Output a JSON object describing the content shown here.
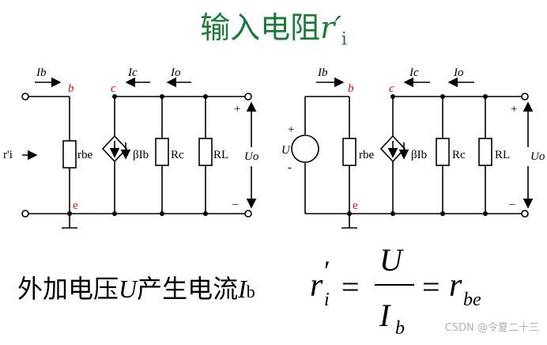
{
  "title": {
    "prefix": "输入电阻",
    "symbol": "r′",
    "subscript": "i"
  },
  "left_circuit": {
    "input_label": "r'i",
    "current_ib": "Ib",
    "current_ic": "Ic",
    "current_io": "Io",
    "node_b": "b",
    "node_c": "c",
    "node_e": "e",
    "rbe": "rbe",
    "source": "βIb",
    "rc": "Rc",
    "rl": "RL",
    "uo": "Uo",
    "plus": "+",
    "minus": "–"
  },
  "right_circuit": {
    "source_u": "U",
    "plus": "+",
    "minus": "-",
    "current_ib": "Ib",
    "current_ic": "Ic",
    "current_io": "Io",
    "node_b": "b",
    "node_c": "c",
    "node_e": "e",
    "rbe": "rbe",
    "source": "βIb",
    "rc": "Rc",
    "rl": "RL",
    "uo": "Uo",
    "out_plus": "+",
    "out_minus": "–"
  },
  "caption": {
    "text": "外加电压",
    "u": "U",
    "mid": "产生电流",
    "i": "I",
    "i_sub": "b"
  },
  "formula": {
    "lhs": "r",
    "lhs_sub": "i",
    "num": "U",
    "den": "I",
    "den_sub": "b",
    "rhs": "r",
    "rhs_sub": "be"
  },
  "watermark": "CSDN @令夏二十三"
}
